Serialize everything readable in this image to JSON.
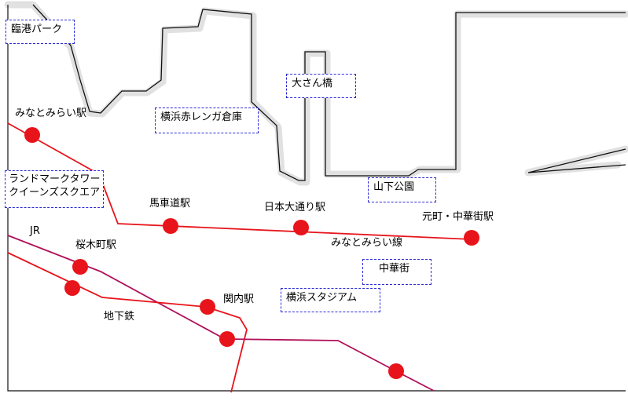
{
  "landmarks": {
    "rinko_park": "臨港パーク",
    "osanbashi": "大さん橋",
    "red_brick": "横浜赤レンガ倉庫",
    "landmark_line1": "ランドマークタワー",
    "landmark_line2": "クイーンズスクエア",
    "yamashita_park": "山下公園",
    "chinatown": "中華街",
    "stadium": "横浜スタジアム"
  },
  "stations": {
    "minatomirai": "みなとみらい駅",
    "bashamichi": "馬車道駅",
    "nihon_odori": "日本大通り駅",
    "motomachi": "元町・中華街駅",
    "sakuragicho": "桜木町駅",
    "kannai": "関内駅"
  },
  "lines": {
    "jr": "JR",
    "minatomirai_line": "みなとみらい線",
    "subway": "地下鉄"
  },
  "colors": {
    "minatomirai_line": "#e8141b",
    "jr_line": "#b0105a",
    "subway_line": "#e8141b",
    "station_marker": "#e8141b",
    "landmark_border": "#2b2bd6",
    "coastline": "#111111",
    "shadow": "#d9d9d9"
  }
}
